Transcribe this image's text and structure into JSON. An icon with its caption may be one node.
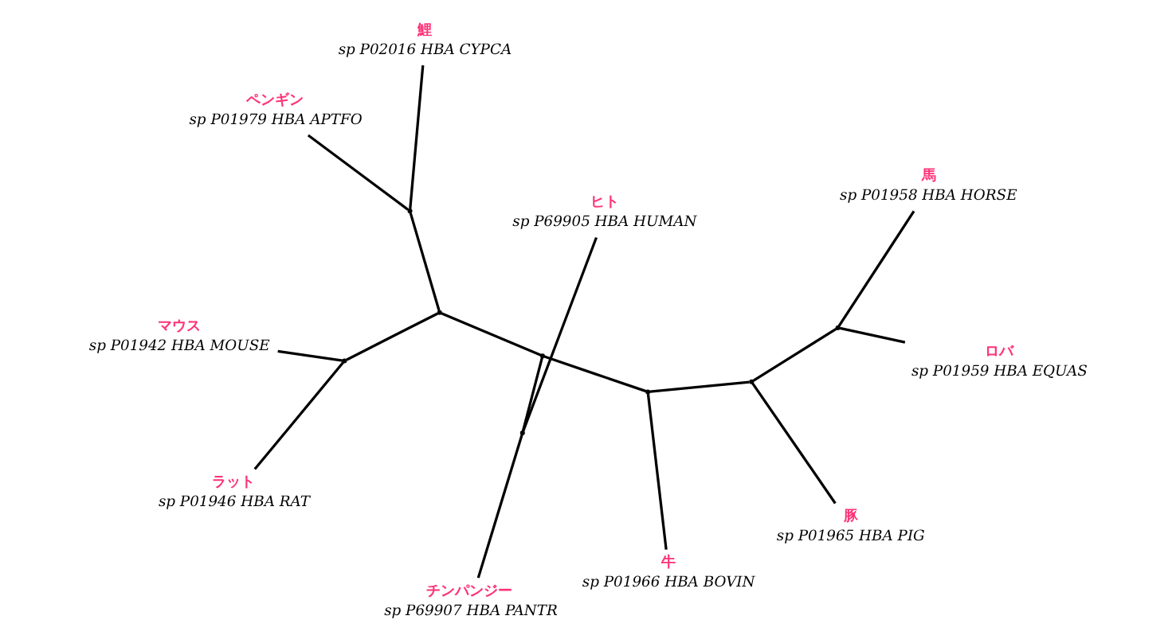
{
  "diagram": {
    "nodes": [
      {
        "text": [
          "sp P69907 HBA PANTR"
        ],
        "beside": [
          "チンパンジー"
        ]
      },
      {
        "text": [
          "sp P69905 HBA HUMAN"
        ],
        "beside": [
          "ヒト"
        ]
      },
      {
        "text": [
          "sp P01966 HBA BOVIN"
        ],
        "beside": [
          "牛"
        ]
      },
      {
        "text": [
          "sp P01958 HBA HORSE"
        ],
        "beside": [
          "馬"
        ]
      },
      {
        "text": [
          "sp P02016 HBA CYPCA"
        ],
        "beside": [
          "鯉"
        ]
      },
      {
        "text": [
          "sp P01959 HBA EQUAS"
        ],
        "beside": [
          "ロバ"
        ]
      },
      {
        "text": [
          "sp P01979 HBA APTFO"
        ],
        "beside": [
          "ペンギン"
        ]
      },
      {
        "text": [
          "sp P01965 HBA PIG"
        ],
        "beside": [
          "豚"
        ]
      },
      {
        "text": [
          "sp P01942 HBA MOUSE"
        ],
        "beside": [
          "マウス"
        ]
      },
      {
        "text": [
          "sp P01946 HBA RAT"
        ],
        "beside": [
          "ラット"
        ]
      },
      {
        "text": [],
        "shape": "point"
      },
      {
        "text": [],
        "shape": "point"
      },
      {
        "text": [],
        "shape": "point"
      },
      {
        "text": [],
        "shape": "point"
      },
      {
        "text": [],
        "shape": "point"
      },
      {
        "text": [],
        "shape": "point"
      },
      {
        "text": [],
        "shape": "point"
      },
      {
        "text": [],
        "shape": "point"
      }
    ],
    "edges": [
      {
        "from": 10,
        "to": 1,
        "arrow": "none"
      },
      {
        "from": 10,
        "to": 0,
        "arrow": "none"
      },
      {
        "from": 11,
        "to": 10,
        "arrow": "none"
      },
      {
        "from": 11,
        "to": 12,
        "arrow": "none"
      },
      {
        "from": 11,
        "to": 13,
        "arrow": "none"
      },
      {
        "from": 12,
        "to": 2,
        "arrow": "none"
      },
      {
        "from": 12,
        "to": 15,
        "arrow": "none"
      },
      {
        "from": 15,
        "to": 7,
        "arrow": "none"
      },
      {
        "from": 15,
        "to": 16,
        "arrow": "none"
      },
      {
        "from": 16,
        "to": 3,
        "arrow": "none"
      },
      {
        "from": 16,
        "to": 5,
        "arrow": "none"
      },
      {
        "from": 13,
        "to": 14,
        "arrow": "none"
      },
      {
        "from": 13,
        "to": 17,
        "arrow": "none"
      },
      {
        "from": 14,
        "to": 4,
        "arrow": "none"
      },
      {
        "from": 14,
        "to": 6,
        "arrow": "none"
      },
      {
        "from": 17,
        "to": 8,
        "arrow": "none"
      },
      {
        "from": 17,
        "to": 9,
        "arrow": "none"
      }
    ]
  }
}
